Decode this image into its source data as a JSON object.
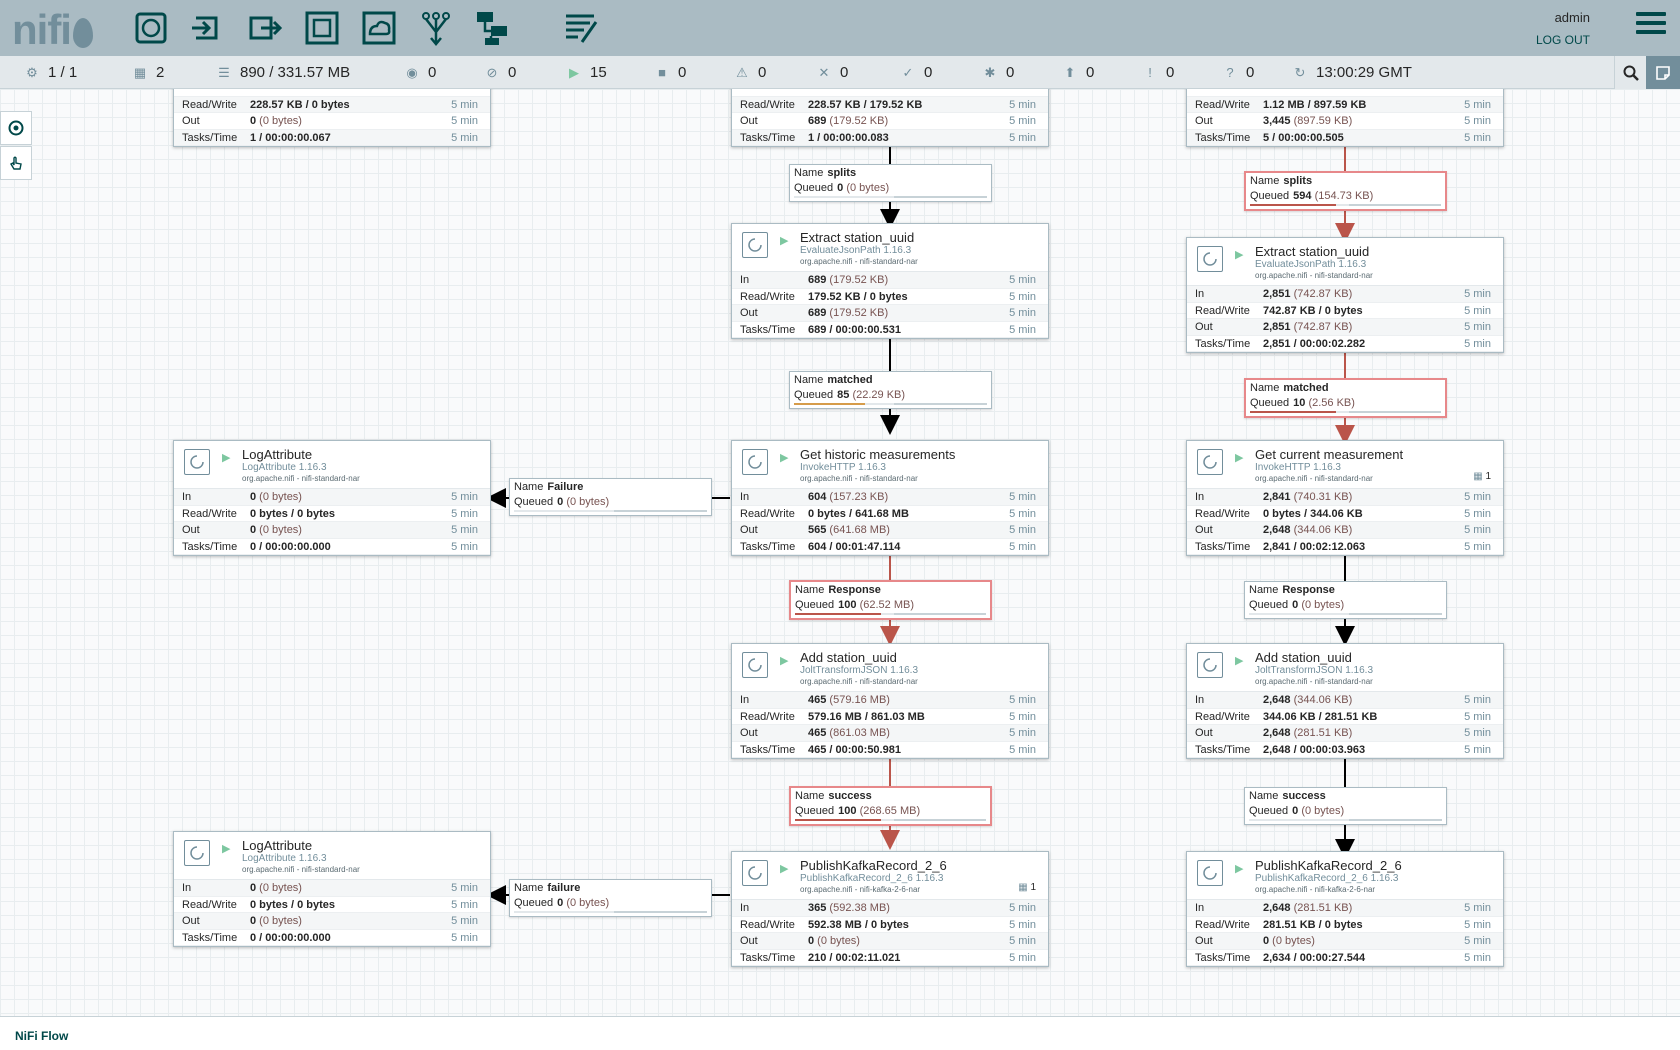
{
  "header": {
    "logo": "nifi",
    "user": "admin",
    "logout": "LOG OUT",
    "tools": [
      "processor-tool",
      "input-port-tool",
      "output-port-tool",
      "process-group-tool",
      "remote-process-group-tool",
      "funnel-tool",
      "template-tool",
      "label-tool"
    ]
  },
  "status": {
    "cluster": "1 / 1",
    "thread_count": "2",
    "queued": "890 / 331.57 MB",
    "transmitting": "0",
    "not_transmitting": "0",
    "running": "15",
    "stopped": "0",
    "invalid": "0",
    "disabled": "0",
    "up_to_date": "0",
    "locally_modified": "0",
    "stale": "0",
    "locally_modified_stale": "0",
    "sync_failure": "0",
    "last_refreshed": "13:00:29 GMT"
  },
  "processors": [
    {
      "id": "top-left",
      "name": "",
      "type": "",
      "bundle": "",
      "badge": "",
      "rows": [
        {
          "label": "Read/Write",
          "value": "228.57 KB / 0 bytes",
          "sub": "",
          "dur": "5 min"
        },
        {
          "label": "Out",
          "value": "0",
          "sub": " (0 bytes)",
          "dur": "5 min"
        },
        {
          "label": "Tasks/Time",
          "value": "1 / 00:00:00.067",
          "sub": "",
          "dur": "5 min"
        }
      ]
    },
    {
      "id": "top-mid",
      "name": "",
      "type": "",
      "bundle": "",
      "badge": "",
      "rows": [
        {
          "label": "Read/Write",
          "value": "228.57 KB / 179.52 KB",
          "sub": "",
          "dur": "5 min"
        },
        {
          "label": "Out",
          "value": "689",
          "sub": " (179.52 KB)",
          "dur": "5 min"
        },
        {
          "label": "Tasks/Time",
          "value": "1 / 00:00:00.083",
          "sub": "",
          "dur": "5 min"
        }
      ]
    },
    {
      "id": "top-right",
      "name": "",
      "type": "",
      "bundle": "",
      "badge": "",
      "rows": [
        {
          "label": "Read/Write",
          "value": "1.12 MB / 897.59 KB",
          "sub": "",
          "dur": "5 min"
        },
        {
          "label": "Out",
          "value": "3,445",
          "sub": " (897.59 KB)",
          "dur": "5 min"
        },
        {
          "label": "Tasks/Time",
          "value": "5 / 00:00:00.505",
          "sub": "",
          "dur": "5 min"
        }
      ]
    },
    {
      "id": "extract-mid",
      "name": "Extract station_uuid",
      "type": "EvaluateJsonPath 1.16.3",
      "bundle": "org.apache.nifi - nifi-standard-nar",
      "badge": "",
      "rows": [
        {
          "label": "In",
          "value": "689",
          "sub": " (179.52 KB)",
          "dur": "5 min"
        },
        {
          "label": "Read/Write",
          "value": "179.52 KB / 0 bytes",
          "sub": "",
          "dur": "5 min"
        },
        {
          "label": "Out",
          "value": "689",
          "sub": " (179.52 KB)",
          "dur": "5 min"
        },
        {
          "label": "Tasks/Time",
          "value": "689 / 00:00:00.531",
          "sub": "",
          "dur": "5 min"
        }
      ]
    },
    {
      "id": "extract-right",
      "name": "Extract station_uuid",
      "type": "EvaluateJsonPath 1.16.3",
      "bundle": "org.apache.nifi - nifi-standard-nar",
      "badge": "",
      "rows": [
        {
          "label": "In",
          "value": "2,851",
          "sub": " (742.87 KB)",
          "dur": "5 min"
        },
        {
          "label": "Read/Write",
          "value": "742.87 KB / 0 bytes",
          "sub": "",
          "dur": "5 min"
        },
        {
          "label": "Out",
          "value": "2,851",
          "sub": " (742.87 KB)",
          "dur": "5 min"
        },
        {
          "label": "Tasks/Time",
          "value": "2,851 / 00:00:02.282",
          "sub": "",
          "dur": "5 min"
        }
      ]
    },
    {
      "id": "log-1",
      "name": "LogAttribute",
      "type": "LogAttribute 1.16.3",
      "bundle": "org.apache.nifi - nifi-standard-nar",
      "badge": "",
      "rows": [
        {
          "label": "In",
          "value": "0",
          "sub": " (0 bytes)",
          "dur": "5 min"
        },
        {
          "label": "Read/Write",
          "value": "0 bytes / 0 bytes",
          "sub": "",
          "dur": "5 min"
        },
        {
          "label": "Out",
          "value": "0",
          "sub": " (0 bytes)",
          "dur": "5 min"
        },
        {
          "label": "Tasks/Time",
          "value": "0 / 00:00:00.000",
          "sub": "",
          "dur": "5 min"
        }
      ]
    },
    {
      "id": "historic",
      "name": "Get historic measurements",
      "type": "InvokeHTTP 1.16.3",
      "bundle": "org.apache.nifi - nifi-standard-nar",
      "badge": "",
      "rows": [
        {
          "label": "In",
          "value": "604",
          "sub": " (157.23 KB)",
          "dur": "5 min"
        },
        {
          "label": "Read/Write",
          "value": "0 bytes / 641.68 MB",
          "sub": "",
          "dur": "5 min"
        },
        {
          "label": "Out",
          "value": "565",
          "sub": " (641.68 MB)",
          "dur": "5 min"
        },
        {
          "label": "Tasks/Time",
          "value": "604 / 00:01:47.114",
          "sub": "",
          "dur": "5 min"
        }
      ]
    },
    {
      "id": "current",
      "name": "Get current measurement",
      "type": "InvokeHTTP 1.16.3",
      "bundle": "org.apache.nifi - nifi-standard-nar",
      "badge": "1",
      "rows": [
        {
          "label": "In",
          "value": "2,841",
          "sub": " (740.31 KB)",
          "dur": "5 min"
        },
        {
          "label": "Read/Write",
          "value": "0 bytes / 344.06 KB",
          "sub": "",
          "dur": "5 min"
        },
        {
          "label": "Out",
          "value": "2,648",
          "sub": " (344.06 KB)",
          "dur": "5 min"
        },
        {
          "label": "Tasks/Time",
          "value": "2,841 / 00:02:12.063",
          "sub": "",
          "dur": "5 min"
        }
      ]
    },
    {
      "id": "add-mid",
      "name": "Add station_uuid",
      "type": "JoltTransformJSON 1.16.3",
      "bundle": "org.apache.nifi - nifi-standard-nar",
      "badge": "",
      "rows": [
        {
          "label": "In",
          "value": "465",
          "sub": " (579.16 MB)",
          "dur": "5 min"
        },
        {
          "label": "Read/Write",
          "value": "579.16 MB / 861.03 MB",
          "sub": "",
          "dur": "5 min"
        },
        {
          "label": "Out",
          "value": "465",
          "sub": " (861.03 MB)",
          "dur": "5 min"
        },
        {
          "label": "Tasks/Time",
          "value": "465 / 00:00:50.981",
          "sub": "",
          "dur": "5 min"
        }
      ]
    },
    {
      "id": "add-right",
      "name": "Add station_uuid",
      "type": "JoltTransformJSON 1.16.3",
      "bundle": "org.apache.nifi - nifi-standard-nar",
      "badge": "",
      "rows": [
        {
          "label": "In",
          "value": "2,648",
          "sub": " (344.06 KB)",
          "dur": "5 min"
        },
        {
          "label": "Read/Write",
          "value": "344.06 KB / 281.51 KB",
          "sub": "",
          "dur": "5 min"
        },
        {
          "label": "Out",
          "value": "2,648",
          "sub": " (281.51 KB)",
          "dur": "5 min"
        },
        {
          "label": "Tasks/Time",
          "value": "2,648 / 00:00:03.963",
          "sub": "",
          "dur": "5 min"
        }
      ]
    },
    {
      "id": "log-2",
      "name": "LogAttribute",
      "type": "LogAttribute 1.16.3",
      "bundle": "org.apache.nifi - nifi-standard-nar",
      "badge": "",
      "rows": [
        {
          "label": "In",
          "value": "0",
          "sub": " (0 bytes)",
          "dur": "5 min"
        },
        {
          "label": "Read/Write",
          "value": "0 bytes / 0 bytes",
          "sub": "",
          "dur": "5 min"
        },
        {
          "label": "Out",
          "value": "0",
          "sub": " (0 bytes)",
          "dur": "5 min"
        },
        {
          "label": "Tasks/Time",
          "value": "0 / 00:00:00.000",
          "sub": "",
          "dur": "5 min"
        }
      ]
    },
    {
      "id": "kafka-mid",
      "name": "PublishKafkaRecord_2_6",
      "type": "PublishKafkaRecord_2_6 1.16.3",
      "bundle": "org.apache.nifi - nifi-kafka-2-6-nar",
      "badge": "1",
      "rows": [
        {
          "label": "In",
          "value": "365",
          "sub": " (592.38 MB)",
          "dur": "5 min"
        },
        {
          "label": "Read/Write",
          "value": "592.38 MB / 0 bytes",
          "sub": "",
          "dur": "5 min"
        },
        {
          "label": "Out",
          "value": "0",
          "sub": " (0 bytes)",
          "dur": "5 min"
        },
        {
          "label": "Tasks/Time",
          "value": "210 / 00:02:11.021",
          "sub": "",
          "dur": "5 min"
        }
      ]
    },
    {
      "id": "kafka-right",
      "name": "PublishKafkaRecord_2_6",
      "type": "PublishKafkaRecord_2_6 1.16.3",
      "bundle": "org.apache.nifi - nifi-kafka-2-6-nar",
      "badge": "",
      "rows": [
        {
          "label": "In",
          "value": "2,648",
          "sub": " (281.51 KB)",
          "dur": "5 min"
        },
        {
          "label": "Read/Write",
          "value": "281.51 KB / 0 bytes",
          "sub": "",
          "dur": "5 min"
        },
        {
          "label": "Out",
          "value": "0",
          "sub": " (0 bytes)",
          "dur": "5 min"
        },
        {
          "label": "Tasks/Time",
          "value": "2,634 / 00:00:27.544",
          "sub": "",
          "dur": "5 min"
        }
      ]
    }
  ],
  "connections": [
    {
      "id": "c-splits-mid",
      "name": "splits",
      "count": "0",
      "size": "(0 bytes)",
      "alert": false,
      "fill": 0,
      "fill_color": "#c7d2d7"
    },
    {
      "id": "c-splits-right",
      "name": "splits",
      "count": "594",
      "size": "(154.73 KB)",
      "alert": true,
      "fill": 0.45,
      "fill_color": "#ba554a"
    },
    {
      "id": "c-matched-mid",
      "name": "matched",
      "count": "85",
      "size": "(22.29 KB)",
      "alert": false,
      "fill": 0.37,
      "fill_color": "#d69c4a"
    },
    {
      "id": "c-matched-right",
      "name": "matched",
      "count": "10",
      "size": "(2.56 KB)",
      "alert": true,
      "fill": 0.45,
      "fill_color": "#ba554a"
    },
    {
      "id": "c-failure-1",
      "name": "Failure",
      "count": "0",
      "size": "(0 bytes)",
      "alert": false,
      "fill": 0,
      "fill_color": "#c7d2d7"
    },
    {
      "id": "c-response-mid",
      "name": "Response",
      "count": "100",
      "size": "(62.52 MB)",
      "alert": true,
      "fill": 0.45,
      "fill_color": "#ba554a"
    },
    {
      "id": "c-response-right",
      "name": "Response",
      "count": "0",
      "size": "(0 bytes)",
      "alert": false,
      "fill": 0,
      "fill_color": "#c7d2d7"
    },
    {
      "id": "c-success-mid",
      "name": "success",
      "count": "100",
      "size": "(268.65 MB)",
      "alert": true,
      "fill": 0.45,
      "fill_color": "#ba554a"
    },
    {
      "id": "c-success-right",
      "name": "success",
      "count": "0",
      "size": "(0 bytes)",
      "alert": false,
      "fill": 0,
      "fill_color": "#c7d2d7"
    },
    {
      "id": "c-failure-2",
      "name": "failure",
      "count": "0",
      "size": "(0 bytes)",
      "alert": false,
      "fill": 0,
      "fill_color": "#c7d2d7"
    }
  ],
  "labels": {
    "name": "Name",
    "queued": "Queued"
  },
  "footer": {
    "breadcrumb": "NiFi Flow"
  },
  "colors": {
    "header_bg": "#aabbc3",
    "accent": "#004849",
    "running": "#7dc7a0",
    "alert_line": "#ba554a",
    "alert_border": "#e7888a",
    "normal_line": "#000000"
  }
}
